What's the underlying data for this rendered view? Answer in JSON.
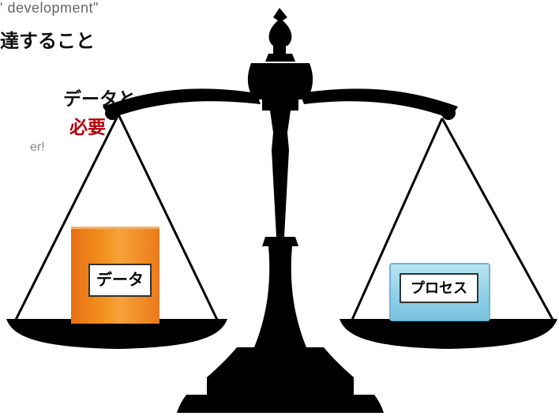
{
  "text": {
    "quote": "' development\"",
    "headline": "達すること",
    "line1": "データと",
    "line2": "必要",
    "line3": "er!"
  },
  "boxes": {
    "left_label": "データ",
    "right_label": "プロセス"
  },
  "colors": {
    "scale": "#000000",
    "data_box": "#f08a1c",
    "process_box": "#9fd7ec",
    "emphasis_red": "#b3000d"
  }
}
